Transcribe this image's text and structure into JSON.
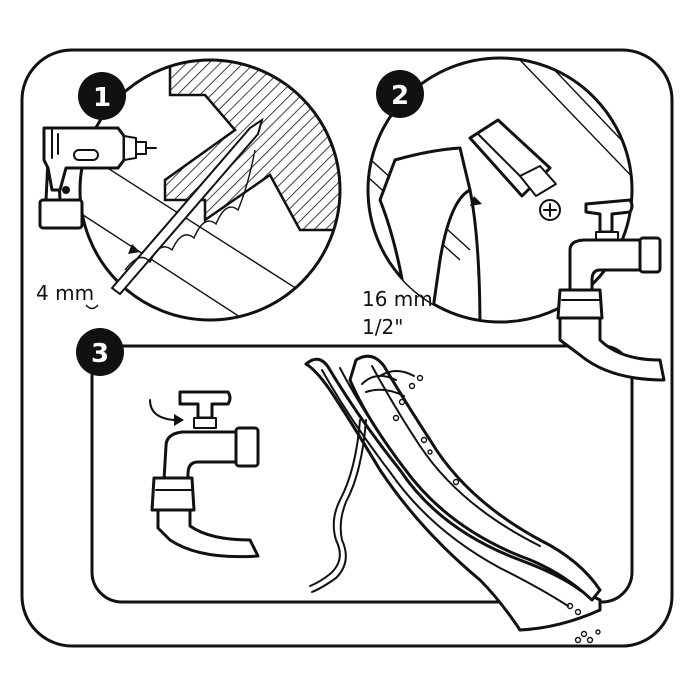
{
  "steps": [
    {
      "number": "1",
      "labels": [
        "4 mm"
      ]
    },
    {
      "number": "2",
      "labels": [
        "16 mm",
        "1/2\""
      ]
    },
    {
      "number": "3",
      "labels": []
    }
  ],
  "colors": {
    "ink": "#111111",
    "paper": "#ffffff"
  },
  "icons": [
    "drill-icon",
    "drill-bit-icon",
    "hose-connector-icon",
    "screw-icon",
    "faucet-icon",
    "hose-icon",
    "slide-icon",
    "water-spray-icon",
    "turn-arrow-icon"
  ]
}
